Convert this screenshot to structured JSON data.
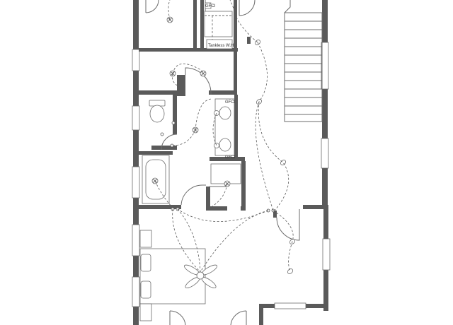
{
  "labels": {
    "gfci_top": "GFCI",
    "water_heater": "Tankless W.H",
    "gfci_vanity_top": "GFCI",
    "gfci_vanity_bottom": "GFCI"
  }
}
